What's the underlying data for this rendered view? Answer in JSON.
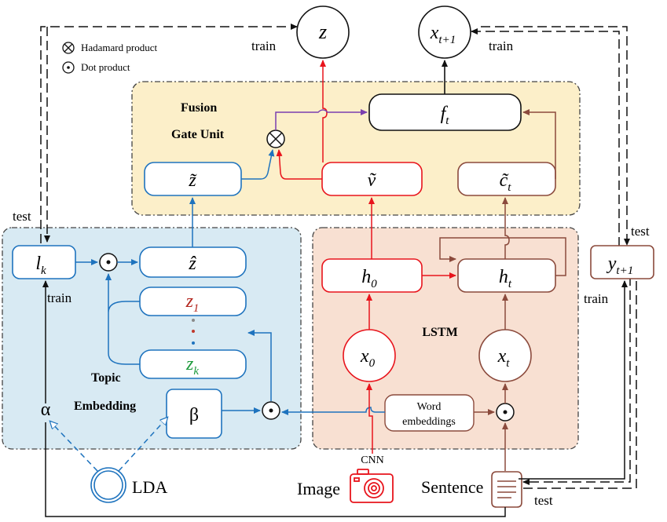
{
  "legend": {
    "hadamard": "Hadamard product",
    "dot": "Dot product"
  },
  "nodes": {
    "z": "z",
    "x_next": "x",
    "x_next_sub": "t+1",
    "f_t": "f",
    "f_t_sub": "t",
    "z_tilde": "z̃",
    "v_tilde": "ṽ",
    "c_tilde": "c̃",
    "c_tilde_sub": "t",
    "l_k": "l",
    "l_k_sub": "k",
    "z_hat": "ẑ",
    "z_1": "z",
    "z_1_sub": "1",
    "z_k": "z",
    "z_k_sub": "k",
    "h_0": "h",
    "h_0_sub": "0",
    "h_t": "h",
    "h_t_sub": "t",
    "x_0": "x",
    "x_0_sub": "0",
    "x_t": "x",
    "x_t_sub": "t",
    "y_next": "y",
    "y_next_sub": "t+1",
    "alpha": "α",
    "beta": "β",
    "lda": "LDA",
    "word_emb_1": "Word",
    "word_emb_2": "embeddings"
  },
  "labels": {
    "fusion_1": "Fusion",
    "fusion_2": "Gate Unit",
    "topic_1": "Topic",
    "topic_2": "Embedding",
    "lstm": "LSTM",
    "cnn": "CNN",
    "image": "Image",
    "sentence": "Sentence",
    "train_z": "train",
    "train_x": "train",
    "train_l": "train",
    "train_y": "train",
    "test_left": "test",
    "test_right": "test",
    "test_bottom": "test"
  },
  "colors": {
    "blue": "#1e73be",
    "red": "#e8141c",
    "brown": "#8b4a3c",
    "purple": "#7a3fb0",
    "fusion_bg": "#fcefc9",
    "topic_bg": "#d8eaf3",
    "lstm_bg": "#f8e0d2",
    "z1_text": "#b3261e",
    "zk_text": "#1d9a3c"
  }
}
